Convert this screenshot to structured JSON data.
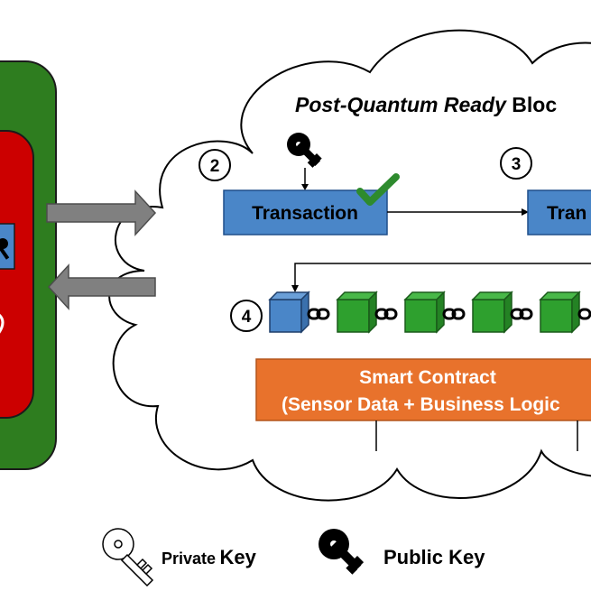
{
  "diagram": {
    "title_prefix": "Post-Quantum Ready",
    "title_suffix": "Bloc",
    "steps": [
      "2",
      "3",
      "4"
    ],
    "transaction_label": "Transaction",
    "transaction2_label": "Tran",
    "smart_contract": {
      "line1": "Smart Contract",
      "line2": "(Sensor Data + Business Logic"
    },
    "colors": {
      "device_outer": "#2e7d1f",
      "device_inner": "#cc0000",
      "transaction": "#4a86c8",
      "smart_contract": "#e8722c",
      "block_green": "#2ea02e",
      "block_blue": "#4a86c8",
      "arrow_gray": "#808080",
      "check": "#2e8b2e"
    },
    "legend": {
      "private_prefix": "Private",
      "private_suffix": "Key",
      "public": "Public Key"
    }
  }
}
